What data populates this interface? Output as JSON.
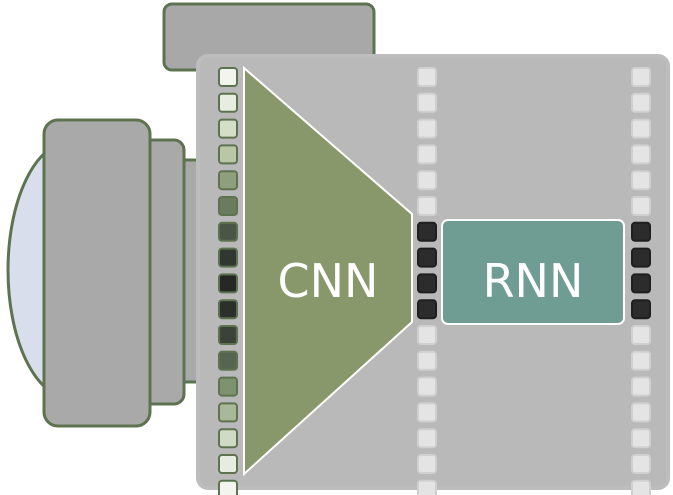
{
  "diagram": {
    "cnn_label": "CNN",
    "rnn_label": "RNN",
    "colors": {
      "outline": "#5d7350",
      "body": "#b9b9b9",
      "top_block": "#a8a8a8",
      "lens": "#d8deeb",
      "lens_rings": "#a9a9a9",
      "cnn": "#88986b",
      "rnn": "#6f9d93",
      "cell_light": "#e4e4e4",
      "cell_dark": "#2c2c2c"
    },
    "input_column_shades": [
      "#f2f5ee",
      "#e7ede1",
      "#d5dfc8",
      "#b9c7a6",
      "#8f9f7d",
      "#6b7b5d",
      "#4a5545",
      "#303630",
      "#262826",
      "#2c302b",
      "#3b4338",
      "#566551",
      "#7f9270",
      "#a8b898",
      "#cfdbc4",
      "#e6ece0",
      "#f2f5ee"
    ],
    "cnn_output_column": [
      "light",
      "light",
      "light",
      "light",
      "light",
      "light",
      "dark",
      "dark",
      "dark",
      "dark",
      "light",
      "light",
      "light",
      "light",
      "light",
      "light",
      "light"
    ],
    "rnn_output_column": [
      "light",
      "light",
      "light",
      "light",
      "light",
      "light",
      "dark",
      "dark",
      "dark",
      "dark",
      "light",
      "light",
      "light",
      "light",
      "light",
      "light",
      "light"
    ]
  }
}
